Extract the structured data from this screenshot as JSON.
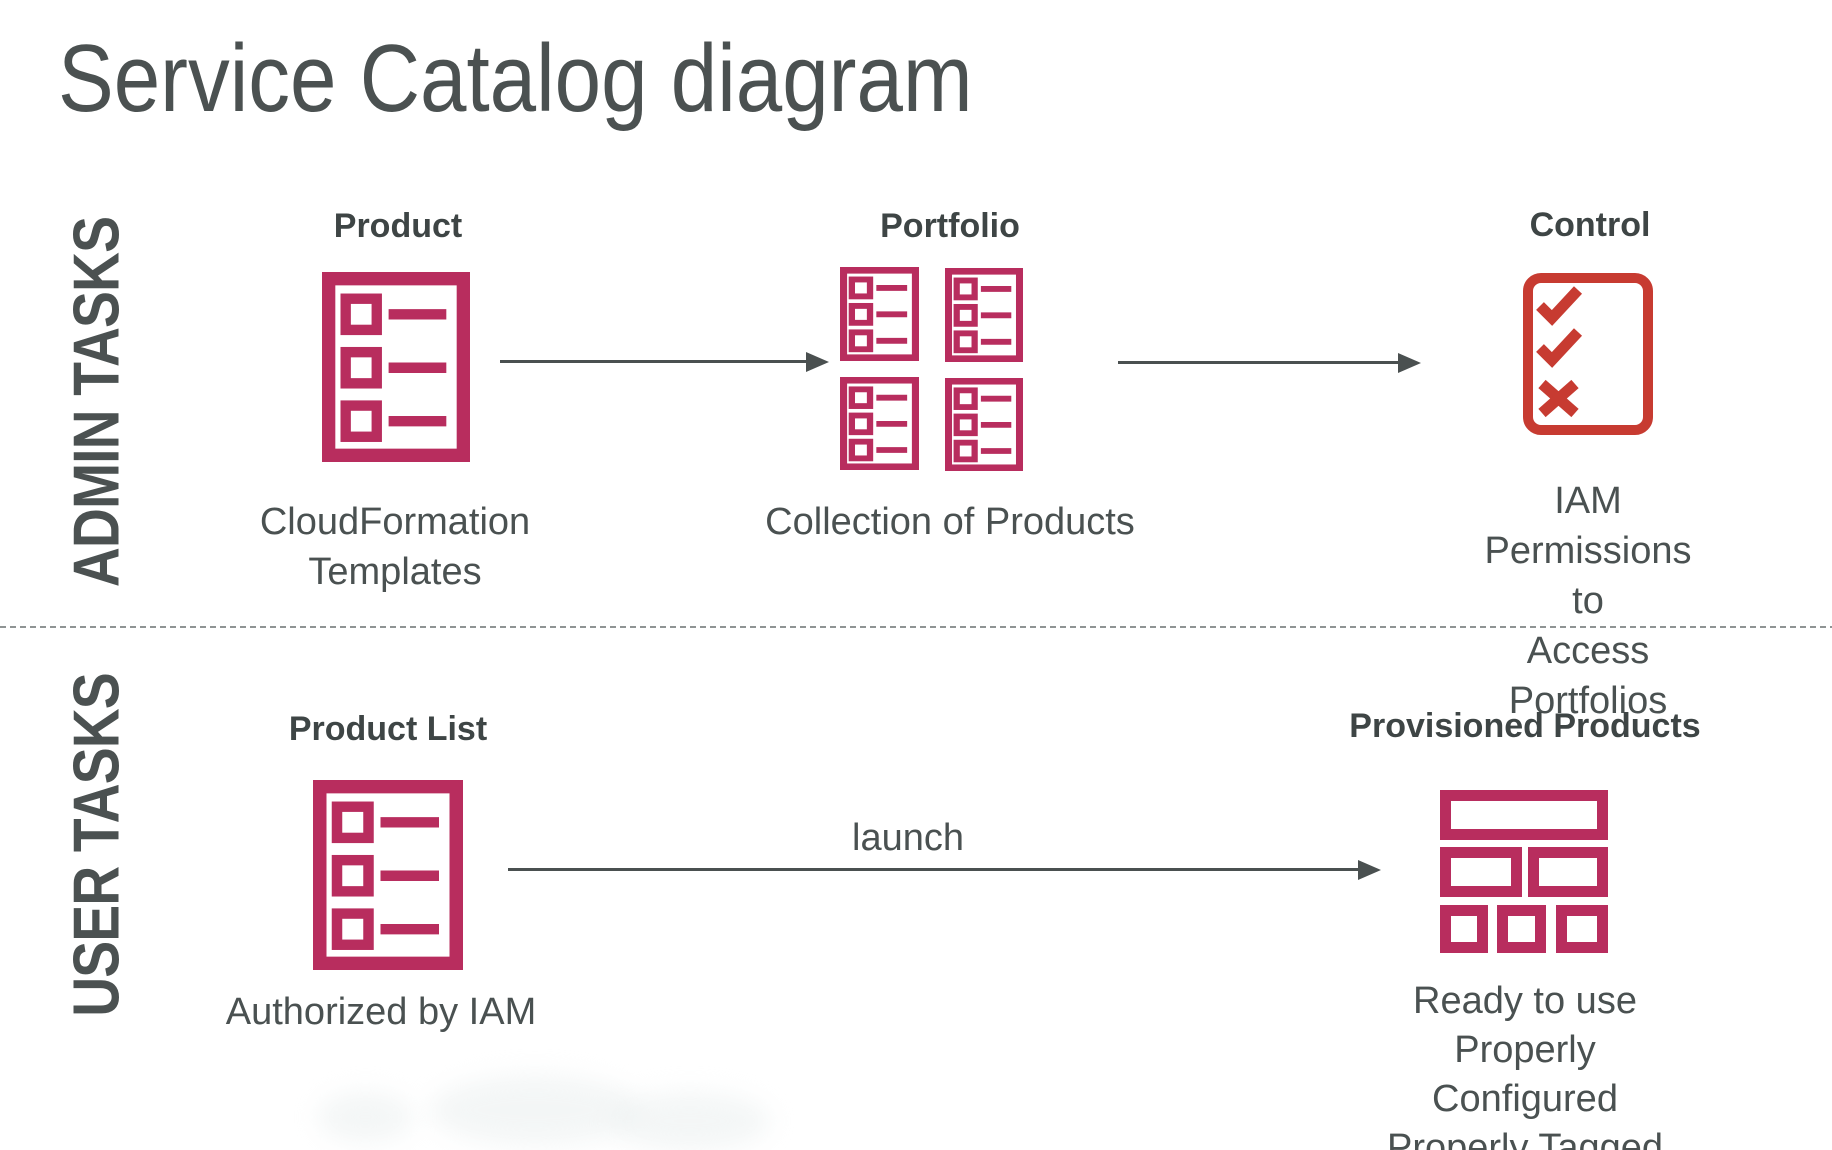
{
  "title": "Service Catalog diagram",
  "colors": {
    "pink_icon": "#b82d5e",
    "red_icon": "#c73b31",
    "title_text": "#4b5151",
    "label_text": "#3e4545",
    "caption_text": "#4a5151",
    "arrow": "#4a5050",
    "divider": "#8f9494"
  },
  "admin_row": {
    "row_label": "ADMIN TASKS",
    "steps": [
      {
        "label": "Product",
        "caption": "CloudFormation\nTemplates",
        "icon": "product-list-document-icon"
      },
      {
        "label": "Portfolio",
        "caption": "Collection of Products",
        "icon": "portfolio-grid-of-products-icon"
      },
      {
        "label": "Control",
        "caption": "IAM Permissions to\nAccess Portfolios",
        "icon": "checklist-control-icon"
      }
    ]
  },
  "user_row": {
    "row_label": "USER TASKS",
    "arrow_label": "launch",
    "steps": [
      {
        "label": "Product List",
        "caption": "Authorized by IAM",
        "icon": "product-list-document-icon"
      },
      {
        "label": "Provisioned Products",
        "caption": "Ready to use\nProperly Configured\nProperly Tagged",
        "icon": "provisioned-products-bricks-icon"
      }
    ]
  }
}
